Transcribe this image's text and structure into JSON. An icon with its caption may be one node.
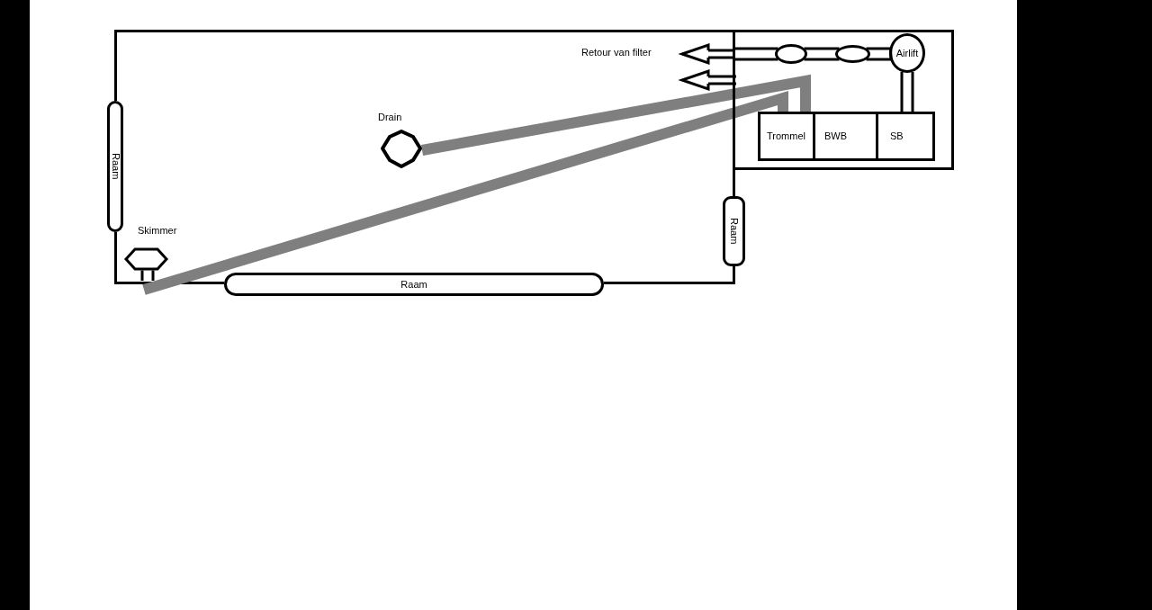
{
  "diagram": {
    "nodes": [
      {
        "text": [],
        "shape": "box"
      },
      {
        "text": [
          "Drain"
        ],
        "in": 0
      },
      {
        "text": [
          "Raam"
        ]
      },
      {
        "text": [
          "Skimmer"
        ],
        "in": 0
      },
      {
        "text": [
          "Raam"
        ]
      },
      {
        "text": [
          "Raam"
        ]
      },
      {
        "text": [],
        "shape": "box"
      },
      {
        "text": [],
        "shape": "ellipse",
        "in": 6
      },
      {
        "text": [],
        "shape": "ellipse",
        "in": 6
      },
      {
        "text": [
          "Airlift"
        ],
        "in": 6
      },
      {
        "text": [
          "Trommel"
        ],
        "in": 6
      },
      {
        "text": [
          "BWB"
        ],
        "in": 6
      },
      {
        "text": [
          "SB"
        ],
        "in": 6
      }
    ],
    "edges": [
      {
        "from": 3,
        "to": 10,
        "arrow": "none",
        "style": "thick",
        "color": "#7f7f7f"
      },
      {
        "from": 1,
        "to": 10,
        "arrow": "none",
        "style": "thick",
        "color": "#7f7f7f"
      },
      {
        "from": 12,
        "to": 9,
        "arrow": "none"
      },
      {
        "from": 9,
        "to": 8,
        "arrow": "none"
      },
      {
        "from": 8,
        "to": 7,
        "arrow": "none"
      },
      {
        "from": 7,
        "to": 0,
        "arrow": "to"
      },
      {
        "from": 6,
        "to": null,
        "arrow": "to"
      }
    ],
    "labels": [
      "Retour van filter"
    ]
  }
}
